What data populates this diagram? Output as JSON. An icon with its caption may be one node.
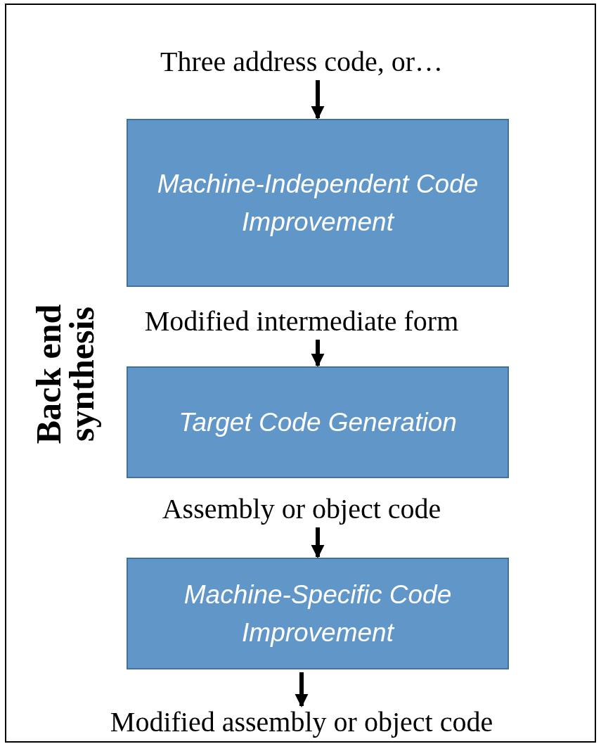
{
  "diagram": {
    "nodes": [
      {
        "text": [
          "Back end synthesis"
        ]
      },
      {
        "text": [
          "Three address code, or…"
        ],
        "in": 0
      },
      {
        "text": [
          "Machine-Independent Code Improvement"
        ],
        "in": 0
      },
      {
        "text": [
          "Modified intermediate form"
        ],
        "in": 0
      },
      {
        "text": [
          "Target Code Generation"
        ],
        "in": 0
      },
      {
        "text": [
          "Assembly or object code"
        ],
        "in": 0
      },
      {
        "text": [
          "Machine-Specific Code Improvement"
        ],
        "in": 0
      },
      {
        "text": [
          "Modified assembly or object code"
        ],
        "in": 0
      }
    ],
    "edges": [
      {
        "from": 1,
        "to": 2,
        "arrow": "to"
      },
      {
        "from": 3,
        "to": 4,
        "arrow": "to"
      },
      {
        "from": 5,
        "to": 6,
        "arrow": "to"
      },
      {
        "from": 6,
        "to": 7,
        "arrow": "to"
      }
    ]
  }
}
